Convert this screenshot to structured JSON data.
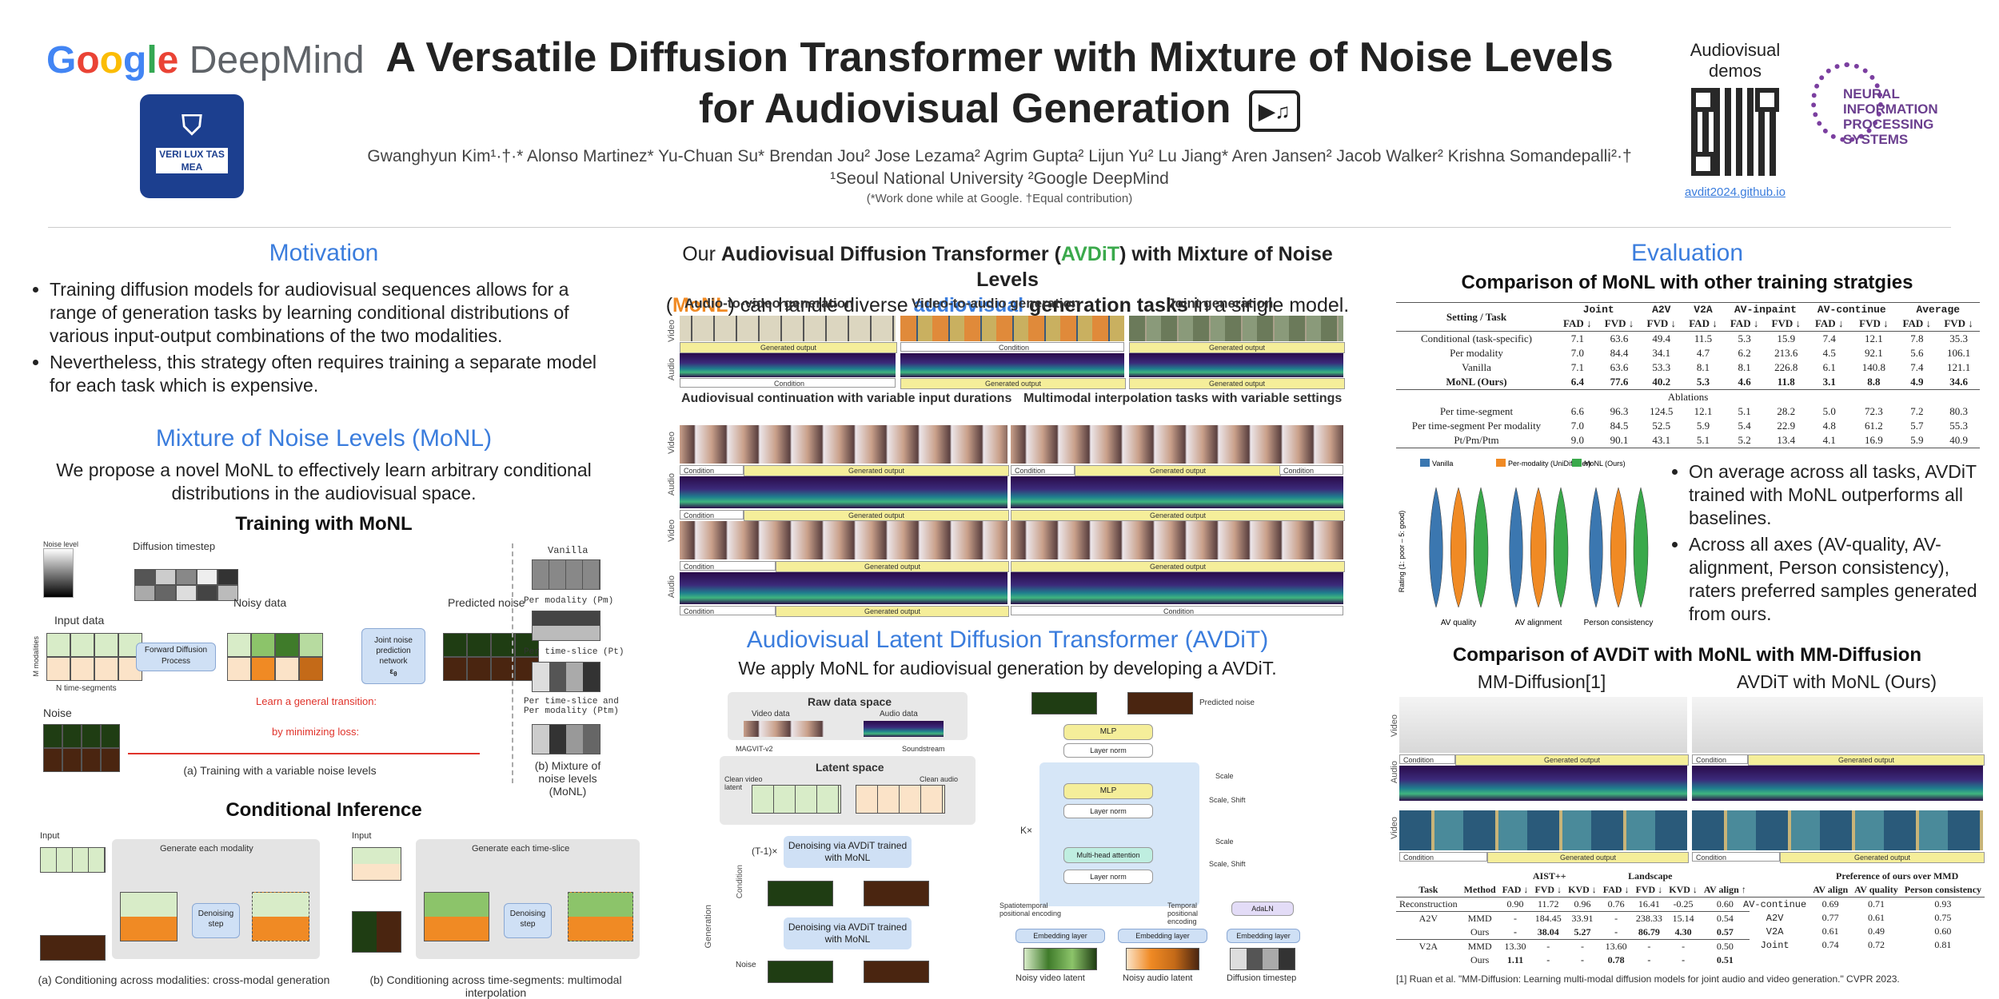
{
  "header": {
    "logo_google": "Google",
    "logo_deepmind": "DeepMind",
    "seal_text": "VERI LUX TAS MEA",
    "title_line1": "A Versatile Diffusion Transformer with Mixture of Noise Levels",
    "title_line2": "for Audiovisual Generation",
    "authors": "Gwanghyun Kim¹·†·* Alonso Martinez* Yu-Chuan Su* Brendan Jou² Jose Lezama² Agrim Gupta² Lijun Yu² Lu Jiang* Aren Jansen² Jacob Walker² Krishna Somandepalli²·†",
    "affiliations": "¹Seoul National University ²Google DeepMind",
    "footnote": "(*Work done while at Google. †Equal contribution)",
    "demos_label": "Audiovisual demos",
    "demos_link": "avdit2024.github.io",
    "neurips_text": "NEURAL INFORMATION PROCESSING SYSTEMS"
  },
  "left": {
    "motivation_title": "Motivation",
    "motivation_bullets": [
      "Training diffusion models for audiovisual sequences allows for a range of generation tasks by learning conditional distributions of various input-output combinations of the two modalities.",
      "Nevertheless, this strategy often requires training a separate model for each task which is expensive."
    ],
    "monl_title": "Mixture of Noise Levels (MoNL)",
    "monl_text": "We propose a novel MoNL to effectively learn arbitrary conditional distributions in the audiovisual space.",
    "training_title": "Training with MoNL",
    "training_labels": {
      "noise_level": "Noise level",
      "timestep": "Diffusion timestep",
      "input_data": "Input data",
      "noisy_data": "Noisy data",
      "forward": "Forward Diffusion Process",
      "network": "Joint noise prediction network",
      "predicted": "Predicted noise",
      "noise": "Noise",
      "modalities": "M modalities",
      "segments": "N time-segments",
      "transition": "Learn a general transition:",
      "minimizing": "by minimizing loss:"
    },
    "caption_a": "(a) Training with a variable noise levels",
    "caption_b": "(b) Mixture of noise levels (MoNL)",
    "variants": [
      "Vanilla",
      "Per modality (Pm)",
      "Per time-slice (Pt)",
      "Per time-slice and Per modality (Ptm)"
    ],
    "inference_title": "Conditional Inference",
    "inference_labels": {
      "generate_modality": "Generate each modality",
      "generate_slice": "Generate each time-slice",
      "denoising": "Denoising step",
      "input": "Input"
    },
    "caption_c": "(a) Conditioning across modalities: cross-modal generation",
    "caption_d": "(b) Conditioning across time-segments: multimodal interpolation"
  },
  "middle": {
    "intro": "Our Audiovisual Diffusion Transformer (AVDiT) with Mixture of Noise Levels (MoNL) can handle diverse audiovisual generation tasks in a single model.",
    "intro_parts": {
      "p1": "Our ",
      "b1": "Audiovisual Diffusion Transformer (",
      "avdit": "AVDiT",
      "b2": ") with ",
      "b3": "Mixture of Noise Levels",
      "p2": " (",
      "monl": "MoNL",
      "p3": ") can handle diverse ",
      "av": "audiovisual",
      "b4": " generation tasks",
      "p4": " in a single model."
    },
    "panel_titles": [
      "Audio-to-video generation",
      "Video-to-audio generation",
      "Joint generation",
      "Audiovisual continuation with variable input durations",
      "Multimodal interpolation tasks with variable settings"
    ],
    "row_labels": {
      "video": "Video",
      "audio": "Audio"
    },
    "bar_labels": {
      "generated": "Generated output",
      "condition": "Condition"
    },
    "avdit_title": "Audiovisual Latent Diffusion Transformer (AVDiT)",
    "avdit_text": "We apply MoNL for audiovisual generation by developing a AVDiT.",
    "arch_labels": {
      "raw": "Raw data space",
      "video_data": "Video data",
      "audio_data": "Audio data",
      "magvit": "MAGVIT-v2",
      "soundstream": "Soundstream",
      "latent": "Latent space",
      "clean_video": "Clean video latent",
      "clean_audio": "Clean audio latent",
      "denoise1": "Denoising via AVDiT trained with MoNL",
      "denoise2": "Denoising via AVDiT trained with MoNL",
      "loop": "(T-1)×",
      "condition": "Condition",
      "generation": "Generation",
      "noise": "Noise",
      "predicted": "Predicted noise",
      "mlp": "MLP",
      "layernorm": "Layer norm",
      "mha": "Multi-head attention",
      "embed": "Embedding layer",
      "adaln": "AdaLN",
      "scale": "Scale",
      "scale_shift": "Scale, Shift",
      "spatiotemporal": "Spatiotemporal positional encoding",
      "temporal": "Temporal positional encoding",
      "noisy_video": "Noisy video latent",
      "noisy_audio": "Noisy audio latent",
      "timestep": "Diffusion timestep",
      "kx": "K×"
    }
  },
  "right": {
    "eval_title": "Evaluation",
    "table1_title": "Comparison of MoNL with other training stratgies",
    "table1": {
      "groups": [
        "Joint",
        "A2V",
        "V2A",
        "AV-inpaint",
        "AV-continue",
        "Average"
      ],
      "subheaders": [
        "FAD ↓",
        "FVD ↓",
        "FVD ↓",
        "FAD ↓",
        "FAD ↓",
        "FVD ↓",
        "FAD ↓",
        "FVD ↓",
        "FAD ↓",
        "FVD ↓"
      ],
      "setting_header": "Setting / Task",
      "rows": [
        [
          "Conditional (task-specific)",
          "7.1",
          "63.6",
          "49.4",
          "11.5",
          "5.3",
          "15.9",
          "7.4",
          "12.1",
          "7.8",
          "35.3"
        ],
        [
          "Per modality",
          "7.0",
          "84.4",
          "34.1",
          "4.7",
          "6.2",
          "213.6",
          "4.5",
          "92.1",
          "5.6",
          "106.1"
        ],
        [
          "Vanilla",
          "7.1",
          "63.6",
          "53.3",
          "8.1",
          "8.1",
          "226.8",
          "6.1",
          "140.8",
          "7.4",
          "121.1"
        ],
        [
          "MoNL (Ours)",
          "6.4",
          "77.6",
          "40.2",
          "5.3",
          "4.6",
          "11.8",
          "3.1",
          "8.8",
          "4.9",
          "34.6"
        ]
      ],
      "ablations_label": "Ablations",
      "ablation_rows": [
        [
          "Per time-segment",
          "6.6",
          "96.3",
          "124.5",
          "12.1",
          "5.1",
          "28.2",
          "5.0",
          "72.3",
          "7.2",
          "80.3"
        ],
        [
          "Per time-segment Per modality",
          "7.0",
          "84.5",
          "52.5",
          "5.9",
          "5.4",
          "22.9",
          "4.8",
          "61.2",
          "5.7",
          "55.3"
        ],
        [
          "Pt/Pm/Ptm",
          "9.0",
          "90.1",
          "43.1",
          "5.1",
          "5.2",
          "13.4",
          "4.1",
          "16.9",
          "5.9",
          "40.9"
        ]
      ]
    },
    "violin_legend": [
      "Vanilla",
      "Per-modality (UniDiffuser)",
      "MoNL (Ours)"
    ],
    "violin_ylabel": "Rating (1: poor – 5: good)",
    "violin_groups": [
      "AV quality",
      "AV alignment",
      "Person consistency"
    ],
    "eval_bullets": [
      "On average across all tasks, AVDiT trained with MoNL outperforms all baselines.",
      "Across all axes (AV-quality, AV-alignment, Person consistency), raters preferred samples generated from ours."
    ],
    "mm_title": "Comparison of AVDiT with MoNL with MM-Diffusion",
    "mm_left": "MM-Diffusion[1]",
    "mm_right": "AVDiT with MoNL (Ours)",
    "table2": {
      "group_aist": "AIST++",
      "group_land": "Landscape",
      "cols": [
        "Task",
        "Method",
        "FAD ↓",
        "FVD ↓",
        "KVD ↓",
        "FAD ↓",
        "FVD ↓",
        "KVD ↓",
        "AV align ↑"
      ],
      "rows": [
        [
          "Reconstruction",
          "",
          "0.90",
          "11.72",
          "0.96",
          "0.76",
          "16.41",
          "-0.25",
          "0.60"
        ],
        [
          "A2V",
          "MMD",
          "-",
          "184.45",
          "33.91",
          "-",
          "238.33",
          "15.14",
          "0.54"
        ],
        [
          "",
          "Ours",
          "-",
          "38.04",
          "5.27",
          "-",
          "86.79",
          "4.30",
          "0.57"
        ],
        [
          "V2A",
          "MMD",
          "13.30",
          "-",
          "-",
          "13.60",
          "-",
          "-",
          "0.50"
        ],
        [
          "",
          "Ours",
          "1.11",
          "-",
          "-",
          "0.78",
          "-",
          "-",
          "0.51"
        ]
      ]
    },
    "table3": {
      "title": "Preference of ours over MMD",
      "cols": [
        "",
        "AV align",
        "AV quality",
        "Person consistency"
      ],
      "rows": [
        [
          "AV-continue",
          "0.69",
          "0.71",
          "0.93"
        ],
        [
          "A2V",
          "0.77",
          "0.61",
          "0.75"
        ],
        [
          "V2A",
          "0.61",
          "0.49",
          "0.60"
        ],
        [
          "Joint",
          "0.74",
          "0.72",
          "0.81"
        ]
      ]
    },
    "reference": "[1] Ruan et al. \"MM-Diffusion: Learning multi-modal diffusion models for joint audio and video generation.\" CVPR 2023."
  },
  "colors": {
    "accent_blue": "#3b7ddd",
    "green": "#3aa94b",
    "orange": "#f08a24",
    "light_green": "#d8ecc8",
    "light_orange": "#fbe3c8",
    "dark_green": "#1f3d13",
    "dark_brown": "#4a2510",
    "highlight_yellow": "#f5ee9a"
  }
}
